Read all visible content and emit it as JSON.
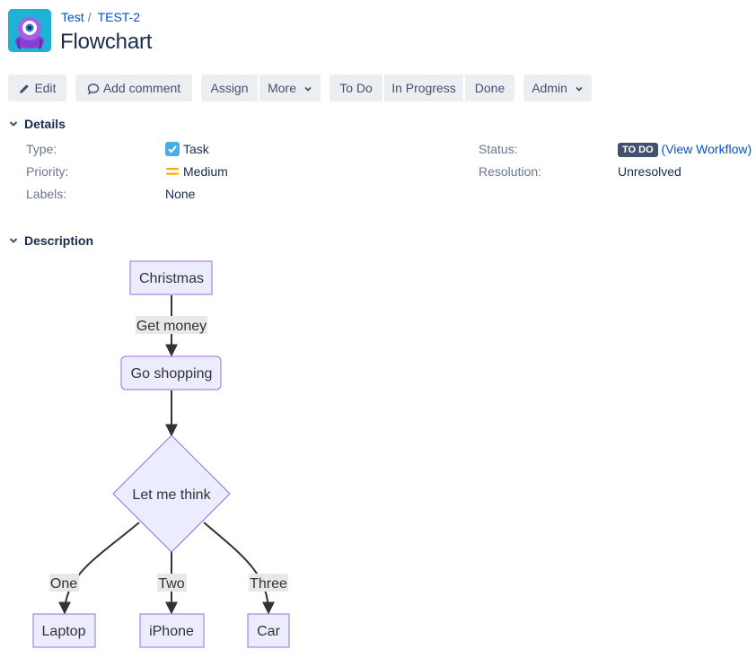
{
  "breadcrumb": {
    "project": "Test",
    "issue_key": "TEST-2"
  },
  "issue": {
    "title": "Flowchart"
  },
  "toolbar": {
    "edit": "Edit",
    "add_comment": "Add comment",
    "assign": "Assign",
    "more": "More",
    "todo": "To Do",
    "in_progress": "In Progress",
    "done": "Done",
    "admin": "Admin"
  },
  "details": {
    "heading": "Details",
    "type_label": "Type:",
    "type_value": "Task",
    "priority_label": "Priority:",
    "priority_value": "Medium",
    "labels_label": "Labels:",
    "labels_value": "None",
    "status_label": "Status:",
    "status_value": "TO DO",
    "workflow_link": "View Workflow",
    "resolution_label": "Resolution:",
    "resolution_value": "Unresolved"
  },
  "description": {
    "heading": "Description",
    "flowchart": {
      "nodes": {
        "christmas": "Christmas",
        "go_shopping": "Go shopping",
        "decision": "Let me think",
        "laptop": "Laptop",
        "iphone": "iPhone",
        "car": "Car"
      },
      "edges": {
        "get_money": "Get money",
        "one": "One",
        "two": "Two",
        "three": "Three"
      }
    }
  },
  "colors": {
    "link": "#0052cc",
    "button_bg": "#eceef2",
    "lozenge_bg": "#42526e",
    "node_fill": "#ececff",
    "node_stroke": "#9370db",
    "priority_medium": "#ffab00",
    "task_blue": "#4bade8"
  },
  "icons": {
    "edit": "pencil-icon",
    "comment": "comment-bubble-icon",
    "type": "task-checkbox-icon",
    "priority": "priority-medium-icon",
    "toggle": "chevron-down-icon"
  }
}
